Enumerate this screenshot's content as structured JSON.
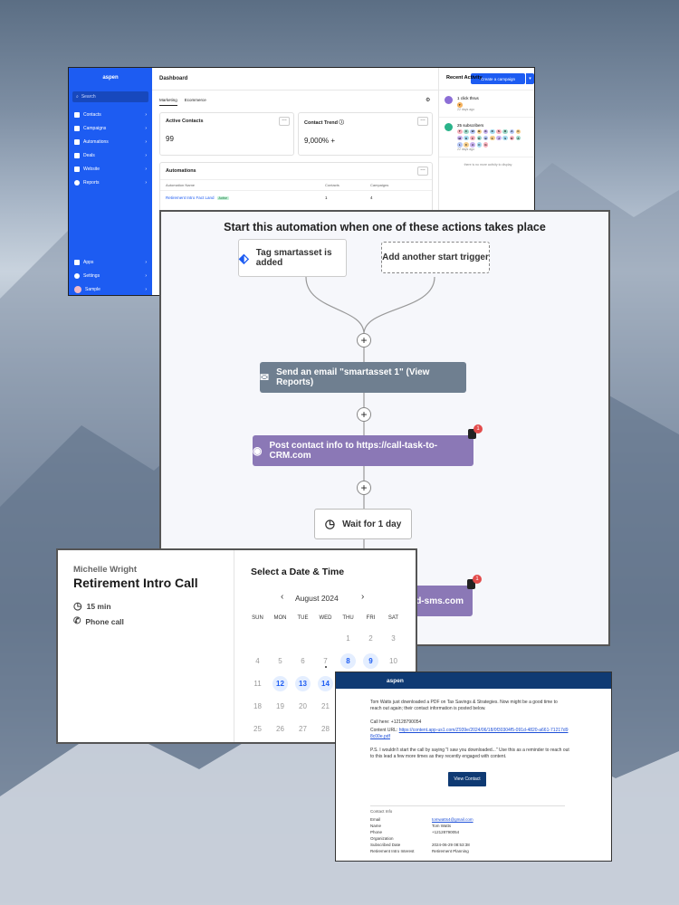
{
  "colors": {
    "brand_blue": "#1d5cf2",
    "automation_gray": "#6f7f90",
    "automation_purple": "#8b78b6",
    "email_header": "#0f3a73"
  },
  "dashboard": {
    "brand": "aspen",
    "search_placeholder": "Search",
    "nav": [
      "Contacts",
      "Campaigns",
      "Automations",
      "Deals",
      "Website",
      "Reports"
    ],
    "bottom_nav": [
      "Apps",
      "Settings",
      "Sample"
    ],
    "title": "Dashboard",
    "create_button": "Create a campaign",
    "tabs": [
      "Marketing",
      "Ecommerce"
    ],
    "active_contacts_label": "Active Contacts",
    "active_contacts_value": "99",
    "contact_trend_label": "Contact Trend",
    "contact_trend_value": "9,000% +",
    "automations_label": "Automations",
    "automations_columns": [
      "Automation Name",
      "Contacts",
      "Campaigns"
    ],
    "automation_row": {
      "name": "Retirement Intro Fact Land",
      "status": "Active",
      "contacts": "1",
      "campaigns": "4"
    },
    "recent_activity_title": "Recent Activity",
    "activity": [
      {
        "title": "1 click thrus",
        "sub": "T",
        "time": "22 days ago"
      },
      {
        "title": "25 subscribers",
        "time": "22 days ago"
      }
    ],
    "subscriber_letters": [
      "T",
      "C",
      "W",
      "B",
      "K",
      "R",
      "S",
      "R",
      "A",
      "C",
      "M",
      "D",
      "F",
      "K",
      "B",
      "C",
      "J",
      "S",
      "R",
      "A",
      "L",
      "C",
      "A",
      "C",
      "G"
    ],
    "no_more": "there is no more activity to display"
  },
  "automation": {
    "heading": "Start this automation when one of these actions takes place",
    "trigger": "Tag smartasset is added",
    "add_trigger": "Add another start trigger",
    "email_step": "Send an email \"smartasset 1\" (View Reports)",
    "post_step": "Post contact info to https://call-task-to-CRM.com",
    "wait_step": "Wait for 1 day",
    "sms_step": "ed-sms.com",
    "badge_count": "1"
  },
  "calendar": {
    "host": "Michelle Wright",
    "event": "Retirement Intro Call",
    "duration": "15 min",
    "location": "Phone call",
    "select_title": "Select a Date & Time",
    "month": "August 2024",
    "weekdays": [
      "SUN",
      "MON",
      "TUE",
      "WED",
      "THU",
      "FRI",
      "SAT"
    ],
    "days": [
      [
        "",
        "",
        "",
        "",
        "1",
        "2",
        "3"
      ],
      [
        "4",
        "5",
        "6",
        "7",
        "8",
        "9",
        "10"
      ],
      [
        "11",
        "12",
        "13",
        "14",
        "",
        "",
        ""
      ],
      [
        "18",
        "19",
        "20",
        "21",
        "",
        "",
        ""
      ],
      [
        "25",
        "26",
        "27",
        "28",
        "",
        "",
        ""
      ]
    ],
    "available": [
      "8",
      "9",
      "12",
      "13",
      "14"
    ],
    "today": "7"
  },
  "email": {
    "brand": "aspen",
    "para1": "Tom Watts just downloaded a PDF on Tax Savings & Strategies. Now might be a good time to reach out again; their contact information is posted below.",
    "call_line": "Call here: +12128790054",
    "url_label": "Content URL:",
    "url": "https://content.app-us1.com/Z939e/2024/06/18/0f30304f5-091d-4820-a661-71217d98c00e.pdf",
    "ps": "P.S. I wouldn't start the call by saying \"I saw you downloaded...\" Use this as a reminder to reach out to this lead a few more times as they recently engaged with content.",
    "button": "View Contact",
    "contact_info_title": "Contact Info",
    "contact_rows": [
      {
        "k": "Email",
        "v": "tomwatts4@gmail.com"
      },
      {
        "k": "Name",
        "v": "Tom Watts"
      },
      {
        "k": "Phone",
        "v": "+12128790054"
      },
      {
        "k": "Organization",
        "v": ""
      },
      {
        "k": "Subscribed Date",
        "v": "2024-06-29 08:53:38"
      },
      {
        "k": "Retirement Intro Interest",
        "v": "Retirement Planning"
      }
    ]
  }
}
